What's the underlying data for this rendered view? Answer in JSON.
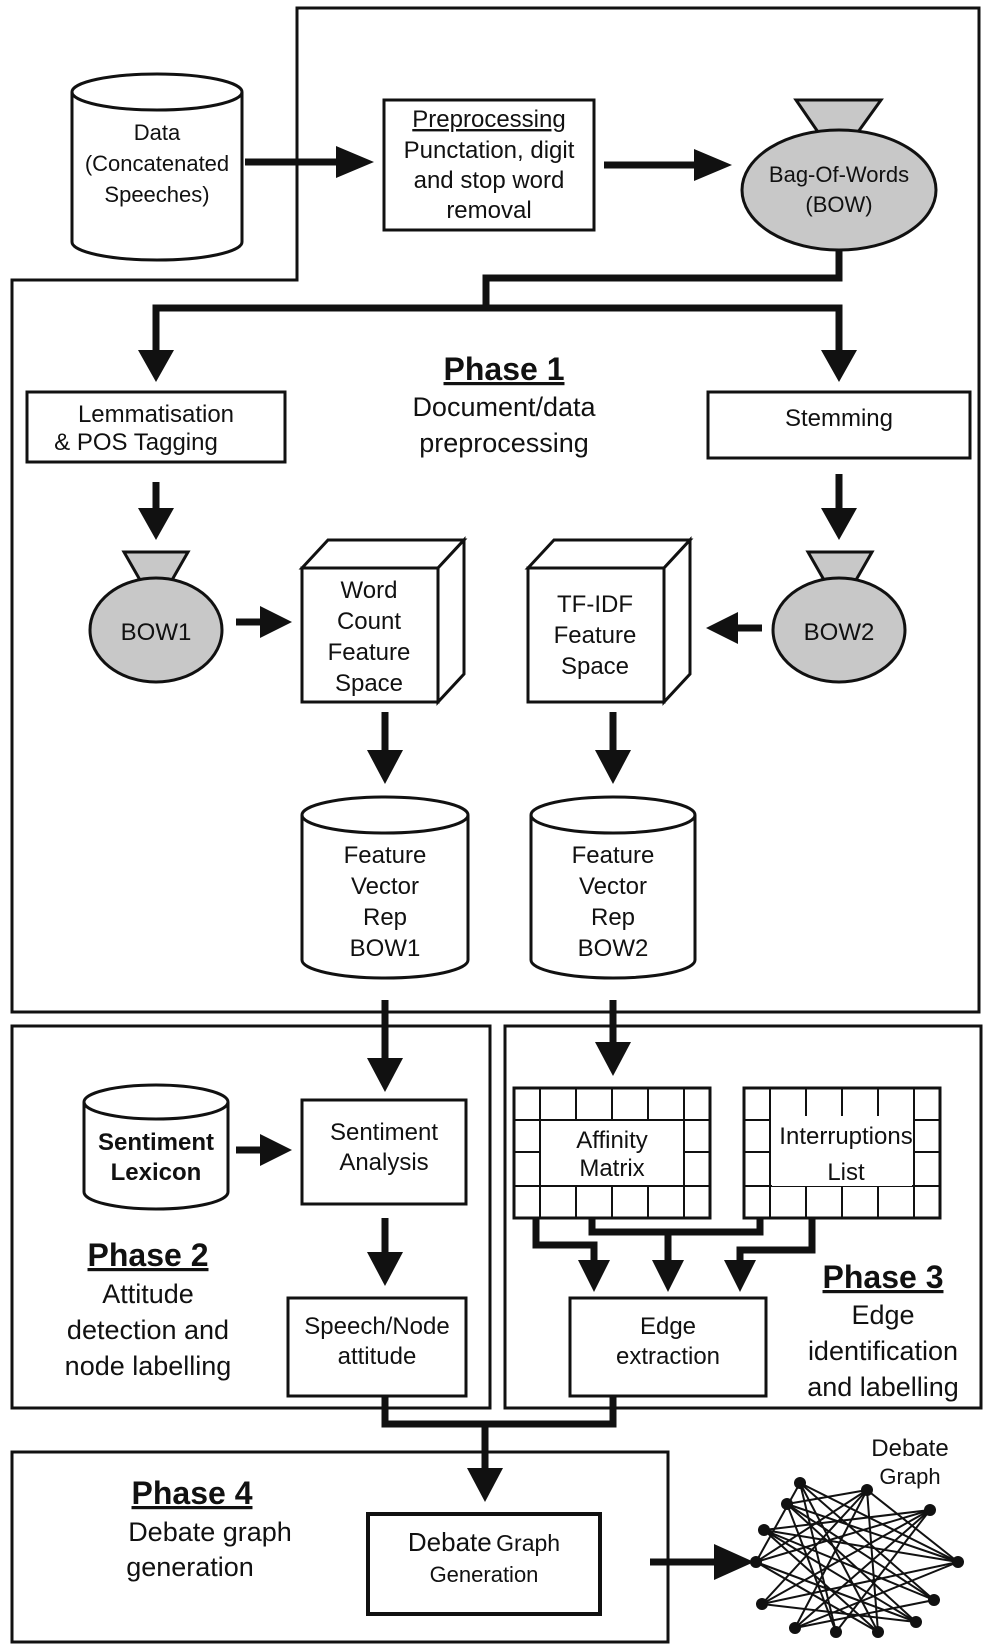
{
  "phases": {
    "p1": {
      "title": "Phase 1",
      "line1": "Document/data",
      "line2": "preprocessing"
    },
    "p2": {
      "title": "Phase 2",
      "line1": "Attitude",
      "line2": "detection and",
      "line3": "node labelling"
    },
    "p3": {
      "title": "Phase 3",
      "line1": "Edge",
      "line2": "identification",
      "line3": "and labelling"
    },
    "p4": {
      "title": "Phase 4",
      "line1": "Debate graph",
      "line2": "generation"
    }
  },
  "nodes": {
    "data": {
      "l1": "Data",
      "l2": "(Concatenated",
      "l3": "Speeches)"
    },
    "preprocessing": {
      "title": "Preprocessing",
      "l1": "Punctation, digit",
      "l2": "and stop word",
      "l3": "removal"
    },
    "bow": {
      "l1": "Bag-Of-Words",
      "l2": "(BOW)"
    },
    "lemmatisation": {
      "l1": "Lemmatisation",
      "l2": "& POS Tagging"
    },
    "stemming": {
      "l1": "Stemming"
    },
    "bow1": {
      "l1": "BOW1"
    },
    "bow2": {
      "l1": "BOW2"
    },
    "word_count": {
      "l1": "Word",
      "l2": "Count",
      "l3": "Feature",
      "l4": "Space"
    },
    "tfidf": {
      "l1": "TF-IDF",
      "l2": "Feature",
      "l3": "Space"
    },
    "fv1": {
      "l1": "Feature",
      "l2": "Vector",
      "l3": "Rep",
      "l4": "BOW1"
    },
    "fv2": {
      "l1": "Feature",
      "l2": "Vector",
      "l3": "Rep",
      "l4": "BOW2"
    },
    "lexicon": {
      "l1": "Sentiment",
      "l2": "Lexicon"
    },
    "sentiment": {
      "l1": "Sentiment",
      "l2": "Analysis"
    },
    "speech_node": {
      "l1": "Speech/Node",
      "l2": "attitude"
    },
    "affinity": {
      "l1": "Affinity",
      "l2": "Matrix"
    },
    "interruptions": {
      "l1": "Interruptions",
      "l2": "List"
    },
    "edge": {
      "l1": "Edge",
      "l2": "extraction"
    },
    "debate_gen": {
      "l1a": "Debate",
      "l1b": "Graph",
      "l2": "Generation"
    },
    "debate_graph": {
      "l1": "Debate",
      "l2": "Graph"
    }
  },
  "colors": {
    "bag_fill": "#c8c8c8",
    "stroke": "#111111",
    "background": "#ffffff"
  }
}
